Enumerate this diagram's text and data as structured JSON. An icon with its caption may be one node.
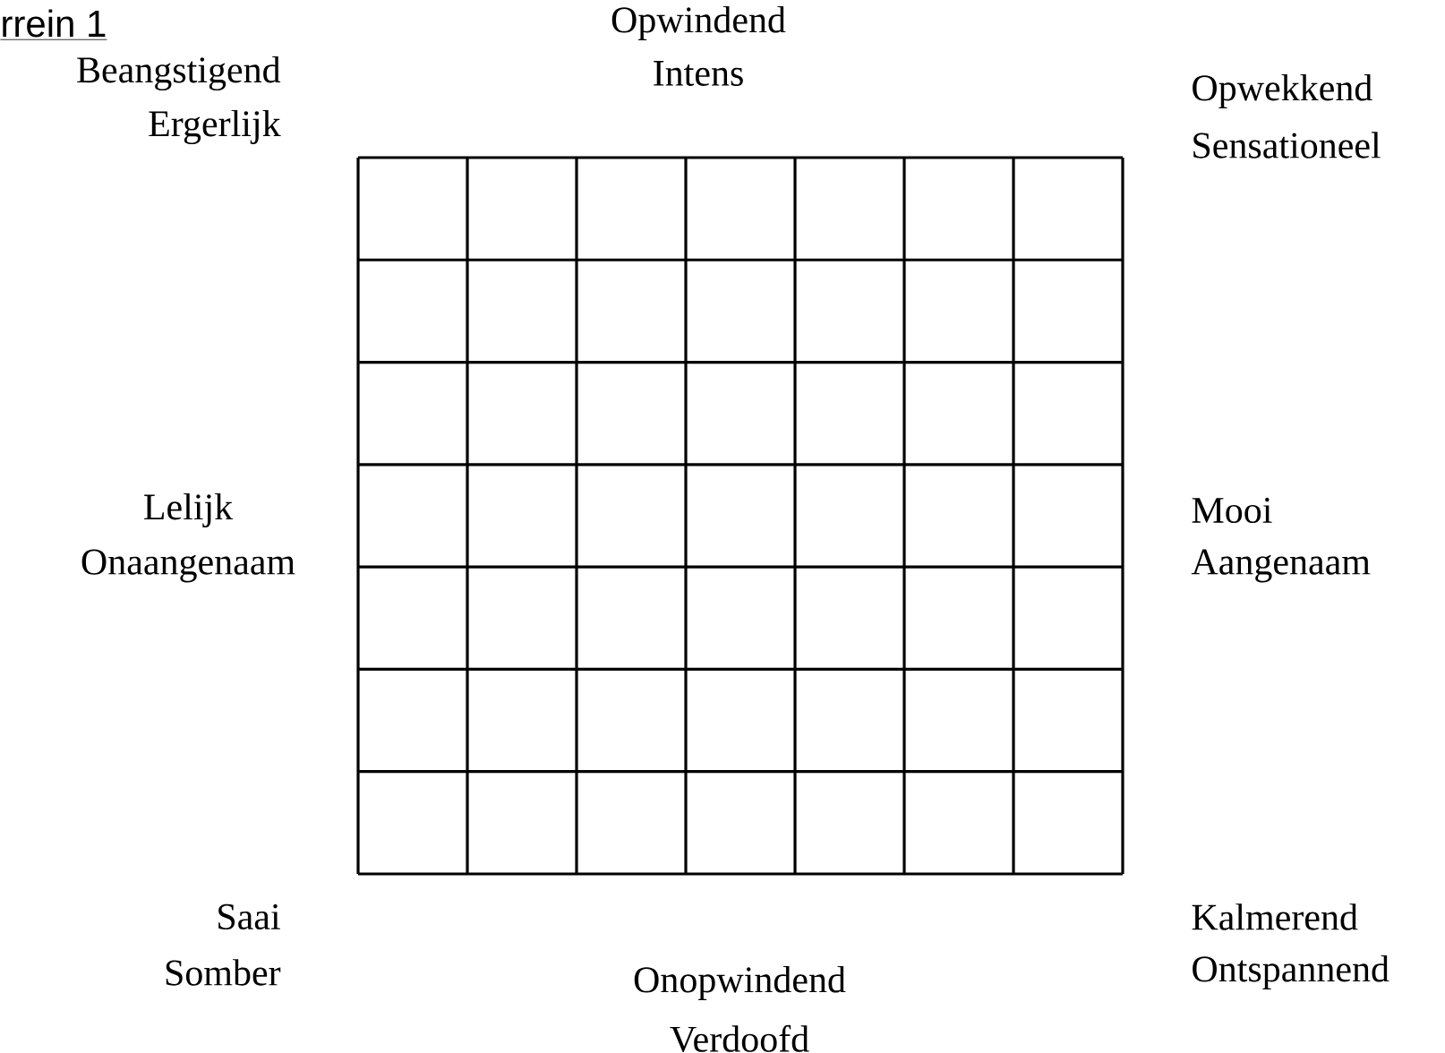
{
  "diagram": {
    "title": "rrein 1",
    "labels": [
      "Opwindend",
      "Intens",
      "Beangstigend",
      "Ergerlijk",
      "Opwekkend",
      "Sensationeel",
      "Lelijk",
      "Onaangenaam",
      "Mooi",
      "Aangenaam",
      "Saai",
      "Somber",
      "Kalmerend",
      "Ontspannend",
      "Onopwindend",
      "Verdoofd"
    ]
  }
}
